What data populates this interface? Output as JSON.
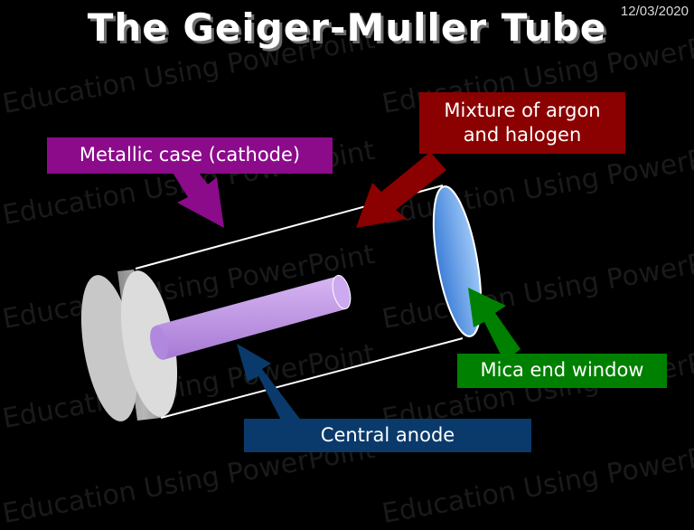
{
  "slide": {
    "title": "The Geiger-Muller Tube",
    "date": "12/03/2020",
    "watermark": "Education Using PowerPoint"
  },
  "labels": {
    "case": "Metallic case (cathode)",
    "gas_line1": "Mixture of argon",
    "gas_line2": "and halogen",
    "mica": "Mica end window",
    "anode": "Central anode"
  },
  "colors": {
    "background": "#000000",
    "case_label": "#8b0b8b",
    "gas_label": "#8b0000",
    "mica_label": "#008000",
    "anode_label": "#0a3a6b",
    "anode_rod": "#c79bea",
    "mica_window": "#6ea8f0",
    "end_cap": "#d0d0d0"
  }
}
